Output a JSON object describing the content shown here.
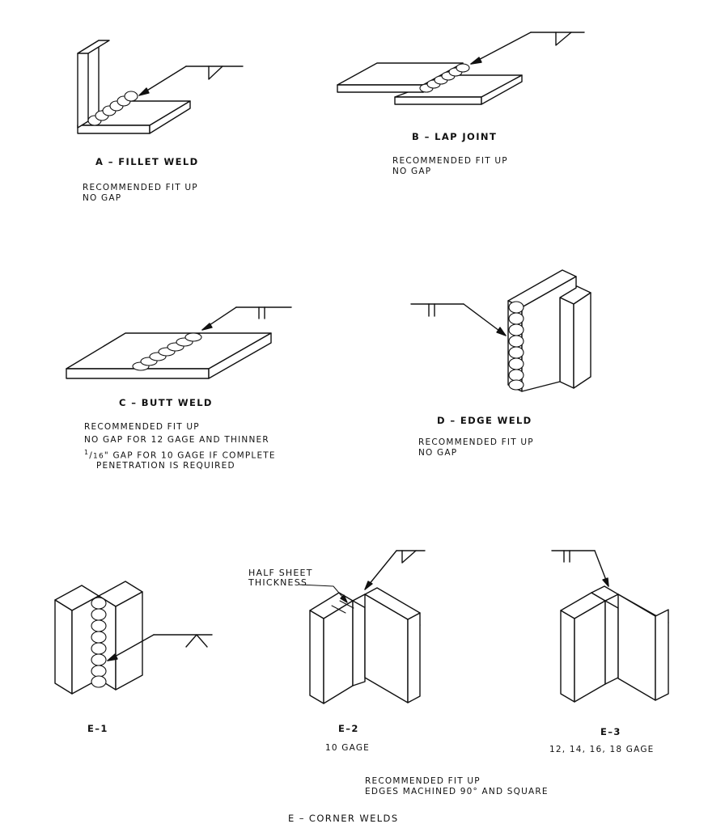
{
  "figure_a": {
    "caption": "A – FILLET WELD",
    "note_1": "RECOMMENDED FIT UP",
    "note_2": "NO GAP"
  },
  "figure_b": {
    "caption": "B – LAP JOINT",
    "note_1": "RECOMMENDED FIT UP",
    "note_2": "NO GAP"
  },
  "figure_c": {
    "caption": "C – BUTT WELD",
    "note_1": "RECOMMENDED FIT UP",
    "note_2": "NO GAP FOR 12 GAGE AND THINNER",
    "note_3_fraction_num": "1",
    "note_3_fraction_den": "16",
    "note_3_rest": "\" GAP FOR 10 GAGE IF COMPLETE",
    "note_4": "PENETRATION IS REQUIRED"
  },
  "figure_d": {
    "caption": "D – EDGE WELD",
    "note_1": "RECOMMENDED FIT UP",
    "note_2": "NO GAP"
  },
  "figure_e1": {
    "caption": "E–1"
  },
  "figure_e2": {
    "caption": "E–2",
    "gage": "10 GAGE",
    "callout_1": "HALF SHEET",
    "callout_2": "THICKNESS"
  },
  "figure_e3": {
    "caption": "E–3",
    "gage": "12, 14, 16, 18 GAGE"
  },
  "corner_welds": {
    "note_1": "RECOMMENDED FIT UP",
    "note_2": "EDGES MACHINED 90° AND SQUARE",
    "title": "E – CORNER WELDS"
  },
  "symbols": [
    "fillet-weld-symbol",
    "square-groove-weld-symbol",
    "flare-v-weld-symbol",
    "weld-bead"
  ]
}
